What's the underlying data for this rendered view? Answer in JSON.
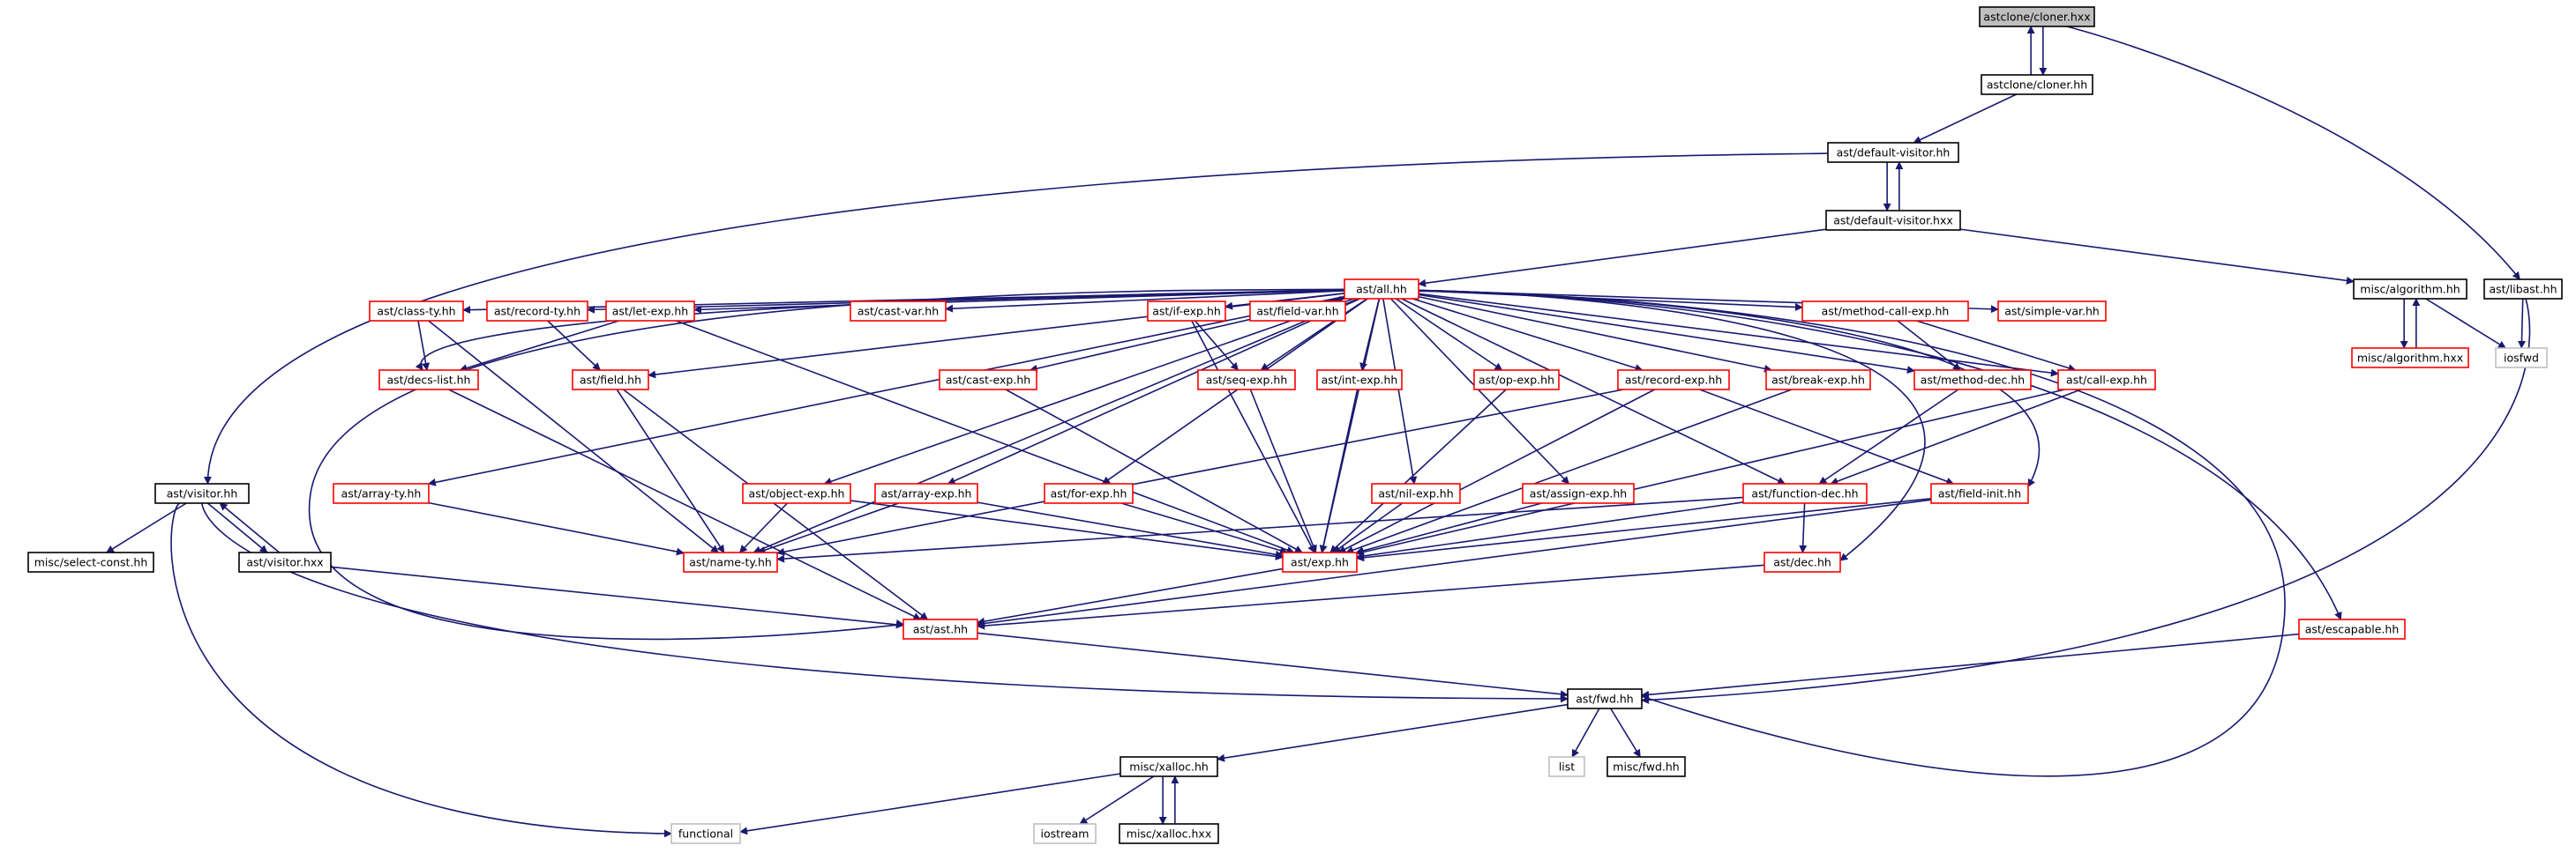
{
  "colors": {
    "edge": "#191970",
    "root_fill": "#bfbfbf",
    "documented_border": "#000000",
    "undocumented_border": "#ff0000",
    "external_border": "#bfbfbf",
    "external_text": "#404040"
  },
  "nodes": [
    {
      "id": "cloner_hxx",
      "label": "astclone/cloner.hxx",
      "kind": "root"
    },
    {
      "id": "cloner_hh",
      "label": "astclone/cloner.hh",
      "kind": "doc"
    },
    {
      "id": "defvis_hh",
      "label": "ast/default-visitor.hh",
      "kind": "doc"
    },
    {
      "id": "defvis_hxx",
      "label": "ast/default-visitor.hxx",
      "kind": "doc"
    },
    {
      "id": "all_hh",
      "label": "ast/all.hh",
      "kind": "red"
    },
    {
      "id": "algo_hh",
      "label": "misc/algorithm.hh",
      "kind": "doc"
    },
    {
      "id": "libast_hh",
      "label": "ast/libast.hh",
      "kind": "doc"
    },
    {
      "id": "algo_hxx",
      "label": "misc/algorithm.hxx",
      "kind": "red"
    },
    {
      "id": "iosfwd",
      "label": "iosfwd",
      "kind": "ext"
    },
    {
      "id": "class_ty",
      "label": "ast/class-ty.hh",
      "kind": "red"
    },
    {
      "id": "record_ty",
      "label": "ast/record-ty.hh",
      "kind": "red"
    },
    {
      "id": "let_exp",
      "label": "ast/let-exp.hh",
      "kind": "red"
    },
    {
      "id": "cast_var",
      "label": "ast/cast-var.hh",
      "kind": "red"
    },
    {
      "id": "if_exp",
      "label": "ast/if-exp.hh",
      "kind": "red"
    },
    {
      "id": "field_var",
      "label": "ast/field-var.hh",
      "kind": "red"
    },
    {
      "id": "mcall_exp",
      "label": "ast/method-call-exp.hh",
      "kind": "red"
    },
    {
      "id": "simple_var",
      "label": "ast/simple-var.hh",
      "kind": "red"
    },
    {
      "id": "decs_list",
      "label": "ast/decs-list.hh",
      "kind": "red"
    },
    {
      "id": "field_hh",
      "label": "ast/field.hh",
      "kind": "red"
    },
    {
      "id": "cast_exp",
      "label": "ast/cast-exp.hh",
      "kind": "red"
    },
    {
      "id": "seq_exp",
      "label": "ast/seq-exp.hh",
      "kind": "red"
    },
    {
      "id": "int_exp",
      "label": "ast/int-exp.hh",
      "kind": "red"
    },
    {
      "id": "op_exp",
      "label": "ast/op-exp.hh",
      "kind": "red"
    },
    {
      "id": "record_exp",
      "label": "ast/record-exp.hh",
      "kind": "red"
    },
    {
      "id": "break_exp",
      "label": "ast/break-exp.hh",
      "kind": "red"
    },
    {
      "id": "method_dec",
      "label": "ast/method-dec.hh",
      "kind": "red"
    },
    {
      "id": "call_exp",
      "label": "ast/call-exp.hh",
      "kind": "red"
    },
    {
      "id": "visitor_hh",
      "label": "ast/visitor.hh",
      "kind": "doc"
    },
    {
      "id": "array_ty",
      "label": "ast/array-ty.hh",
      "kind": "red"
    },
    {
      "id": "object_exp",
      "label": "ast/object-exp.hh",
      "kind": "red"
    },
    {
      "id": "array_exp",
      "label": "ast/array-exp.hh",
      "kind": "red"
    },
    {
      "id": "for_exp",
      "label": "ast/for-exp.hh",
      "kind": "red"
    },
    {
      "id": "nil_exp",
      "label": "ast/nil-exp.hh",
      "kind": "red"
    },
    {
      "id": "assign_exp",
      "label": "ast/assign-exp.hh",
      "kind": "red"
    },
    {
      "id": "function_dec",
      "label": "ast/function-dec.hh",
      "kind": "red"
    },
    {
      "id": "field_init",
      "label": "ast/field-init.hh",
      "kind": "red"
    },
    {
      "id": "select_const",
      "label": "misc/select-const.hh",
      "kind": "doc"
    },
    {
      "id": "visitor_hxx",
      "label": "ast/visitor.hxx",
      "kind": "doc"
    },
    {
      "id": "name_ty",
      "label": "ast/name-ty.hh",
      "kind": "red"
    },
    {
      "id": "exp_hh",
      "label": "ast/exp.hh",
      "kind": "red"
    },
    {
      "id": "dec_hh",
      "label": "ast/dec.hh",
      "kind": "red"
    },
    {
      "id": "ast_hh",
      "label": "ast/ast.hh",
      "kind": "red"
    },
    {
      "id": "escapable",
      "label": "ast/escapable.hh",
      "kind": "red"
    },
    {
      "id": "fwd_hh",
      "label": "ast/fwd.hh",
      "kind": "doc"
    },
    {
      "id": "list",
      "label": "list",
      "kind": "ext"
    },
    {
      "id": "misc_fwd",
      "label": "misc/fwd.hh",
      "kind": "doc"
    },
    {
      "id": "xalloc_hh",
      "label": "misc/xalloc.hh",
      "kind": "doc"
    },
    {
      "id": "iostream",
      "label": "iostream",
      "kind": "ext"
    },
    {
      "id": "xalloc_hxx",
      "label": "misc/xalloc.hxx",
      "kind": "doc"
    },
    {
      "id": "functional",
      "label": "functional",
      "kind": "ext"
    }
  ],
  "edges": [
    [
      "cloner_hxx",
      "cloner_hh"
    ],
    [
      "cloner_hh",
      "cloner_hxx"
    ],
    [
      "cloner_hxx",
      "libast_hh"
    ],
    [
      "cloner_hh",
      "defvis_hh"
    ],
    [
      "defvis_hh",
      "defvis_hxx"
    ],
    [
      "defvis_hxx",
      "defvis_hh"
    ],
    [
      "defvis_hh",
      "visitor_hh"
    ],
    [
      "defvis_hxx",
      "all_hh"
    ],
    [
      "defvis_hxx",
      "algo_hh"
    ],
    [
      "algo_hh",
      "algo_hxx"
    ],
    [
      "algo_hxx",
      "algo_hh"
    ],
    [
      "algo_hh",
      "iosfwd"
    ],
    [
      "libast_hh",
      "iosfwd"
    ],
    [
      "libast_hh",
      "fwd_hh"
    ],
    [
      "all_hh",
      "class_ty"
    ],
    [
      "all_hh",
      "record_ty"
    ],
    [
      "all_hh",
      "let_exp"
    ],
    [
      "all_hh",
      "cast_var"
    ],
    [
      "all_hh",
      "if_exp"
    ],
    [
      "all_hh",
      "field_var"
    ],
    [
      "all_hh",
      "mcall_exp"
    ],
    [
      "all_hh",
      "simple_var"
    ],
    [
      "all_hh",
      "decs_list"
    ],
    [
      "all_hh",
      "field_hh"
    ],
    [
      "all_hh",
      "cast_exp"
    ],
    [
      "all_hh",
      "seq_exp"
    ],
    [
      "all_hh",
      "int_exp"
    ],
    [
      "all_hh",
      "op_exp"
    ],
    [
      "all_hh",
      "record_exp"
    ],
    [
      "all_hh",
      "break_exp"
    ],
    [
      "all_hh",
      "method_dec"
    ],
    [
      "all_hh",
      "call_exp"
    ],
    [
      "all_hh",
      "array_ty"
    ],
    [
      "all_hh",
      "object_exp"
    ],
    [
      "all_hh",
      "array_exp"
    ],
    [
      "all_hh",
      "for_exp"
    ],
    [
      "all_hh",
      "nil_exp"
    ],
    [
      "all_hh",
      "assign_exp"
    ],
    [
      "all_hh",
      "function_dec"
    ],
    [
      "all_hh",
      "field_init"
    ],
    [
      "all_hh",
      "name_ty"
    ],
    [
      "all_hh",
      "exp_hh"
    ],
    [
      "all_hh",
      "dec_hh"
    ],
    [
      "all_hh",
      "ast_hh"
    ],
    [
      "all_hh",
      "escapable"
    ],
    [
      "all_hh",
      "fwd_hh"
    ],
    [
      "class_ty",
      "decs_list"
    ],
    [
      "class_ty",
      "name_ty"
    ],
    [
      "record_ty",
      "field_hh"
    ],
    [
      "let_exp",
      "decs_list"
    ],
    [
      "let_exp",
      "exp_hh"
    ],
    [
      "if_exp",
      "seq_exp"
    ],
    [
      "if_exp",
      "exp_hh"
    ],
    [
      "mcall_exp",
      "method_dec"
    ],
    [
      "mcall_exp",
      "call_exp"
    ],
    [
      "decs_list",
      "ast_hh"
    ],
    [
      "field_hh",
      "name_ty"
    ],
    [
      "field_hh",
      "ast_hh"
    ],
    [
      "cast_exp",
      "exp_hh"
    ],
    [
      "seq_exp",
      "exp_hh"
    ],
    [
      "int_exp",
      "exp_hh"
    ],
    [
      "op_exp",
      "exp_hh"
    ],
    [
      "record_exp",
      "name_ty"
    ],
    [
      "record_exp",
      "exp_hh"
    ],
    [
      "record_exp",
      "field_init"
    ],
    [
      "break_exp",
      "exp_hh"
    ],
    [
      "method_dec",
      "function_dec"
    ],
    [
      "call_exp",
      "function_dec"
    ],
    [
      "call_exp",
      "exp_hh"
    ],
    [
      "array_ty",
      "name_ty"
    ],
    [
      "object_exp",
      "name_ty"
    ],
    [
      "object_exp",
      "exp_hh"
    ],
    [
      "array_exp",
      "name_ty"
    ],
    [
      "array_exp",
      "exp_hh"
    ],
    [
      "for_exp",
      "exp_hh"
    ],
    [
      "nil_exp",
      "exp_hh"
    ],
    [
      "assign_exp",
      "exp_hh"
    ],
    [
      "function_dec",
      "name_ty"
    ],
    [
      "function_dec",
      "exp_hh"
    ],
    [
      "function_dec",
      "dec_hh"
    ],
    [
      "field_init",
      "exp_hh"
    ],
    [
      "field_init",
      "ast_hh"
    ],
    [
      "visitor_hh",
      "select_const"
    ],
    [
      "visitor_hh",
      "visitor_hxx"
    ],
    [
      "visitor_hxx",
      "visitor_hh"
    ],
    [
      "visitor_hh",
      "fwd_hh"
    ],
    [
      "visitor_hh",
      "functional"
    ],
    [
      "visitor_hxx",
      "ast_hh"
    ],
    [
      "exp_hh",
      "ast_hh"
    ],
    [
      "dec_hh",
      "ast_hh"
    ],
    [
      "ast_hh",
      "fwd_hh"
    ],
    [
      "escapable",
      "fwd_hh"
    ],
    [
      "fwd_hh",
      "list"
    ],
    [
      "fwd_hh",
      "misc_fwd"
    ],
    [
      "fwd_hh",
      "xalloc_hh"
    ],
    [
      "xalloc_hh",
      "iostream"
    ],
    [
      "xalloc_hh",
      "xalloc_hxx"
    ],
    [
      "xalloc_hxx",
      "xalloc_hh"
    ],
    [
      "xalloc_hh",
      "functional"
    ]
  ]
}
